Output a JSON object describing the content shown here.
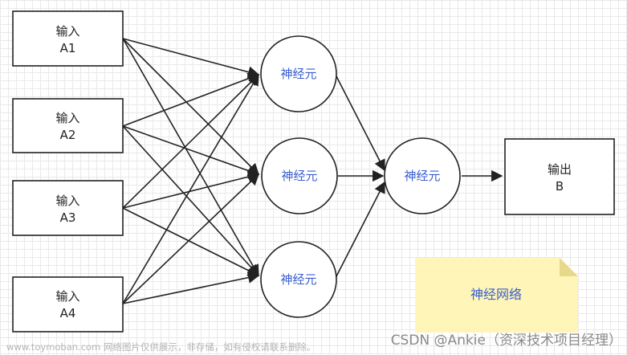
{
  "inputs": [
    {
      "line1": "输入",
      "line2": "A1"
    },
    {
      "line1": "输入",
      "line2": "A2"
    },
    {
      "line1": "输入",
      "line2": "A3"
    },
    {
      "line1": "输入",
      "line2": "A4"
    }
  ],
  "hidden_neurons": [
    {
      "label": "神经元"
    },
    {
      "label": "神经元"
    },
    {
      "label": "神经元"
    }
  ],
  "output_neuron": {
    "label": "神经元"
  },
  "output": {
    "line1": "输出",
    "line2": "B"
  },
  "note": {
    "label": "神经网络"
  },
  "watermark": {
    "left": "www.toymoban.com 网络图片仅供展示，非存储，如有侵权请联系删除。",
    "right": "CSDN @Ankie（资深技术项目经理）"
  },
  "colors": {
    "stroke": "#222222",
    "box_text": "#222222",
    "neuron_text": "#3a5fcd",
    "note_fill": "#fff5b8",
    "note_fold": "#e6d98c",
    "note_text": "#3a5fcd"
  }
}
